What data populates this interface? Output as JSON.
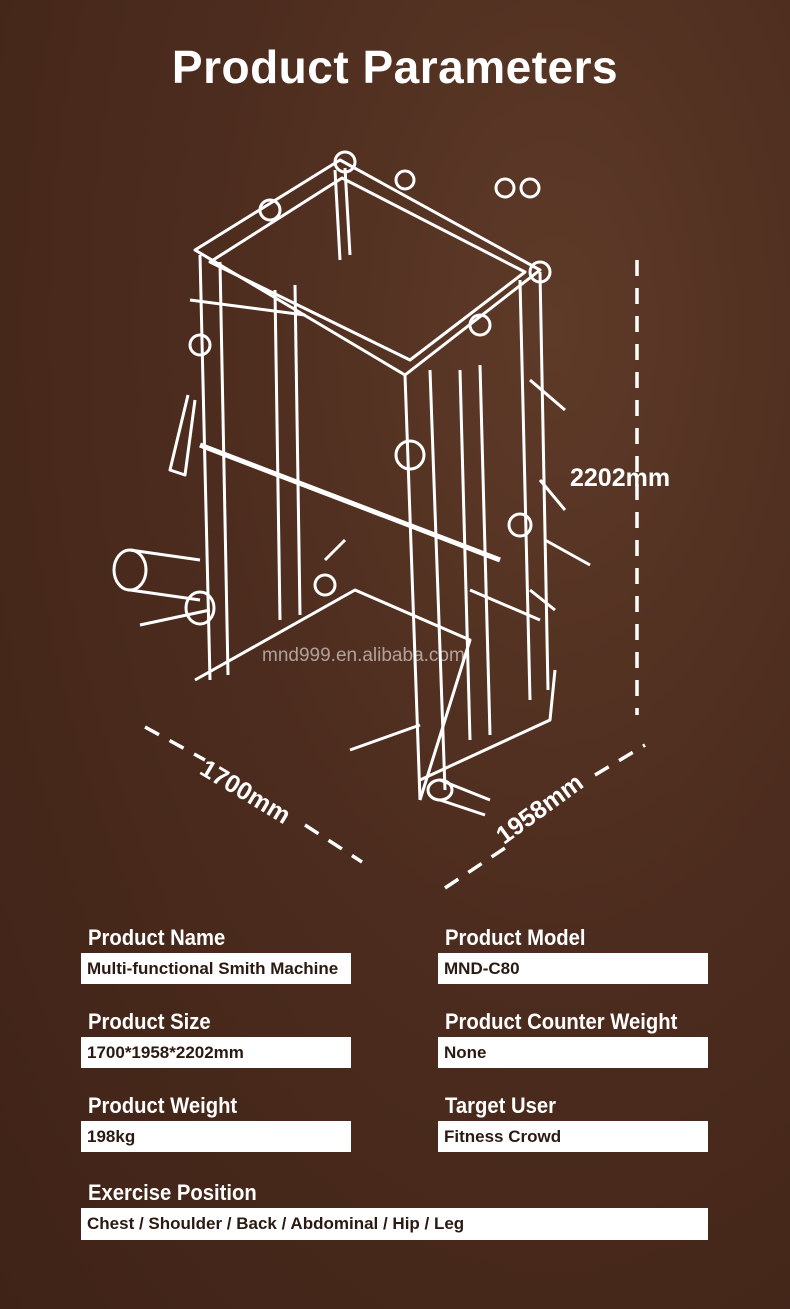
{
  "title": "Product Parameters",
  "watermark": "mnd999.en.alibaba.com",
  "dimensions": {
    "height": "2202mm",
    "length": "1700mm",
    "width": "1958mm"
  },
  "params": [
    {
      "label": "Product Name",
      "value": "Multi-functional Smith Machine"
    },
    {
      "label": "Product Model",
      "value": "MND-C80"
    },
    {
      "label": "Product Size",
      "value": "1700*1958*2202mm"
    },
    {
      "label": "Product Counter Weight",
      "value": "None"
    },
    {
      "label": "Product Weight",
      "value": "198kg"
    },
    {
      "label": "Target User",
      "value": "Fitness Crowd"
    },
    {
      "label": "Exercise Position",
      "value": "Chest / Shoulder / Back / Abdominal / Hip / Leg"
    }
  ]
}
